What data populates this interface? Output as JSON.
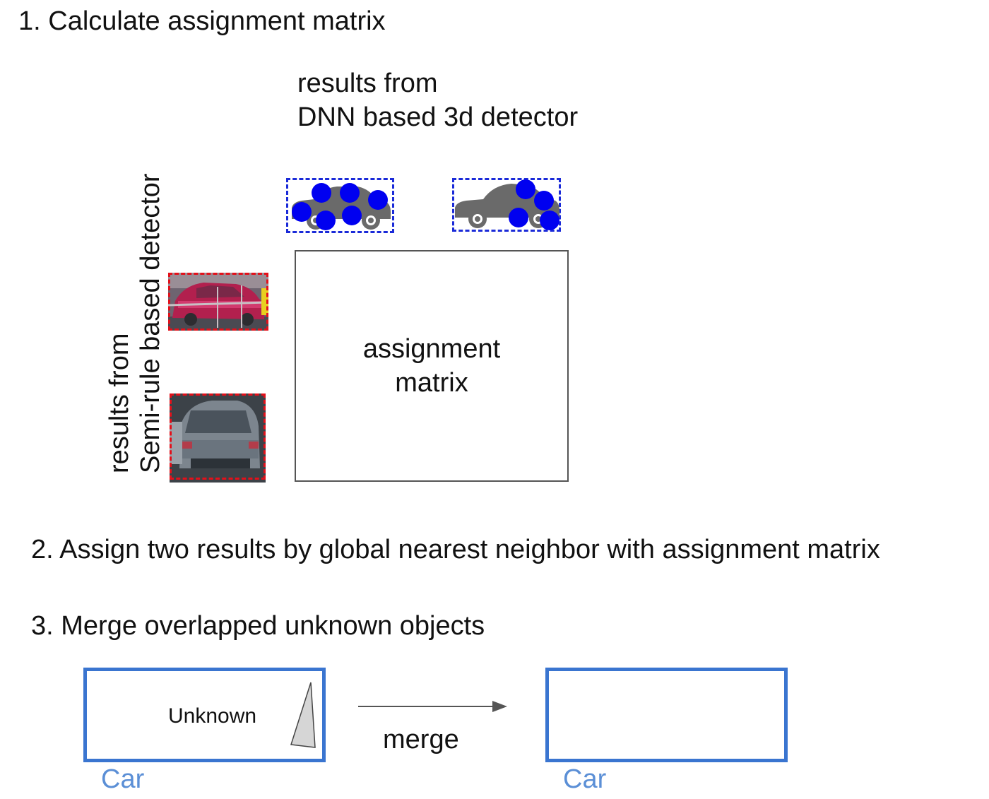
{
  "steps": {
    "step1": "1. Calculate assignment matrix",
    "step2": "2. Assign two results by global nearest neighbor with assignment matrix",
    "step3": "3. Merge overlapped unknown objects"
  },
  "dnn_label": {
    "line1": "results from",
    "line2": "DNN based 3d detector"
  },
  "semi_rule_label": {
    "line1": "results from",
    "line2": "Semi-rule based detector"
  },
  "matrix": {
    "line1": "assignment",
    "line2": "matrix"
  },
  "merge": {
    "left_box_text": "Unknown",
    "left_class": "Car",
    "arrow_label": "merge",
    "right_class": "Car"
  },
  "colors": {
    "dnn_box": "#1a2ad8",
    "point": "#0000f0",
    "car_icon": "#6a6a6a",
    "semi_box": "#e3101a",
    "object_box": "#3a75d0",
    "class_label": "#5b8fd6"
  },
  "icons": {
    "car": "car-icon",
    "points": "lidar-point-icon",
    "arrow": "arrow-right-icon"
  }
}
